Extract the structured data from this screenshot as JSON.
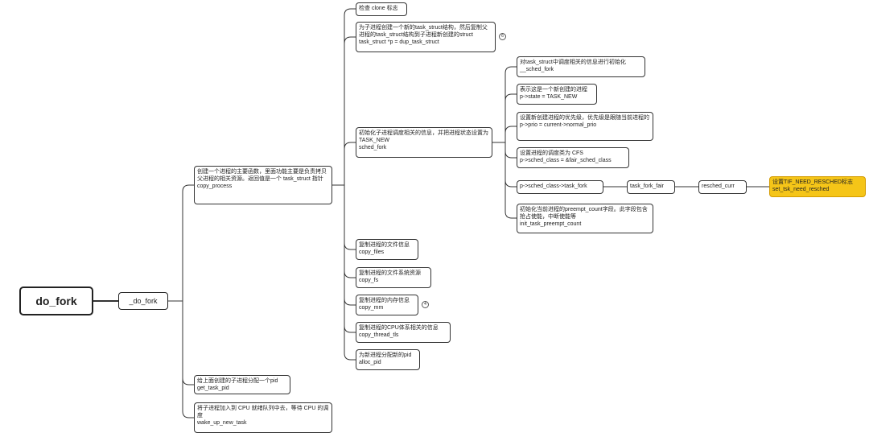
{
  "root": {
    "label": "do_fork"
  },
  "level1": {
    "label": "_do_fork"
  },
  "nodes": {
    "copy_process": "创建一个进程的主要函数，里面功能主要是负责拷贝父进程的相关资源。返回值是一个 task_struct 指针\ncopy_process",
    "get_task_pid": "给上面创建的子进程分配一个pid\nget_task_pid",
    "wake_up_new_task": "将子进程加入到 CPU 就绪队列中去，等待 CPU 的调度\nwake_up_new_task",
    "check_clone": "检查 clone 标志",
    "dup_task_struct": "为子进程创建一个新的task_struct结构，然后复制父进程的task_struct结构到子进程新创建的struct task_struct *p = dup_task_struct",
    "sched_fork": "初始化子进程调度相关的信息，并把进程状态设置为 TASK_NEW\nsched_fork",
    "copy_files": "复制进程的文件信息\ncopy_files",
    "copy_fs": "复制进程的文件系统资源\ncopy_fs",
    "copy_mm": "复制进程的内存信息\ncopy_mm",
    "copy_thread_tls": "复制进程的CPU体系相关的信息\ncopy_thread_tls",
    "alloc_pid": "为新进程分配新的pid\nalloc_pid",
    "sf_init": "对task_struct中调度相关的信息进行初始化\n__sched_fork",
    "sf_state": "表示这是一个新创建的进程\np->state = TASK_NEW",
    "sf_prio": "设置新创建进程的优先级，优先级是跟随当前进程的\np->prio = current->normal_prio",
    "sf_class": "设置进程的调度类为 CFS\np->sched_class = &fair_sched_class",
    "sf_task_fork": "p->sched_class->task_fork",
    "task_fork_fair": "task_fork_fair",
    "resched_curr": "resched_curr",
    "set_tsk": "设置TIF_NEED_RESCHED标志\nset_tsk_need_resched",
    "sf_preempt": "初始化当前进程的preempt_count字段。此字段包含抢占使能，中断使能等\ninit_task_preempt_count"
  },
  "badges": {
    "dup_task_struct": "6",
    "copy_mm": "4"
  },
  "colors": {
    "highlight": "#f5c518",
    "line": "#333333"
  }
}
